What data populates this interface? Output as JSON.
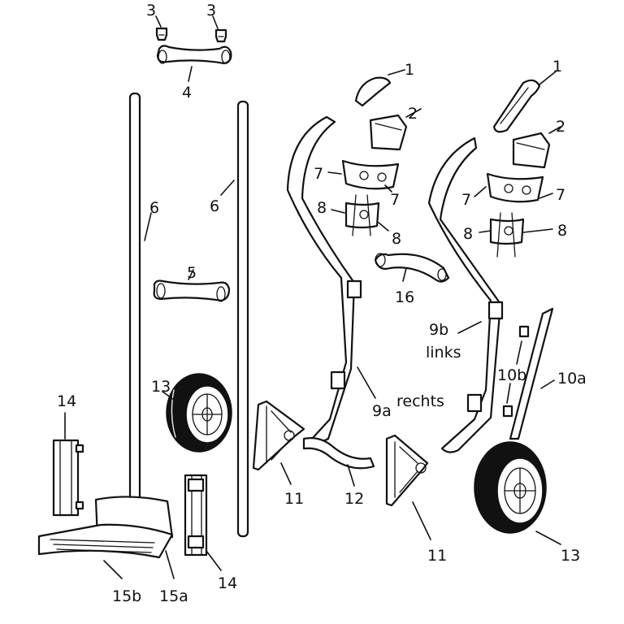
{
  "callouts": {
    "n1": "1",
    "n2": "2",
    "n3": "3",
    "n4": "4",
    "n5": "5",
    "n6": "6",
    "n7": "7",
    "n8": "8",
    "n9a": "9a",
    "n9b": "9b",
    "n10a": "10a",
    "n10b": "10b",
    "n11": "11",
    "n12": "12",
    "n13": "13",
    "n14": "14",
    "n15a": "15a",
    "n15b": "15b",
    "n16": "16"
  },
  "words": {
    "rechts": "rechts",
    "links": "links"
  }
}
